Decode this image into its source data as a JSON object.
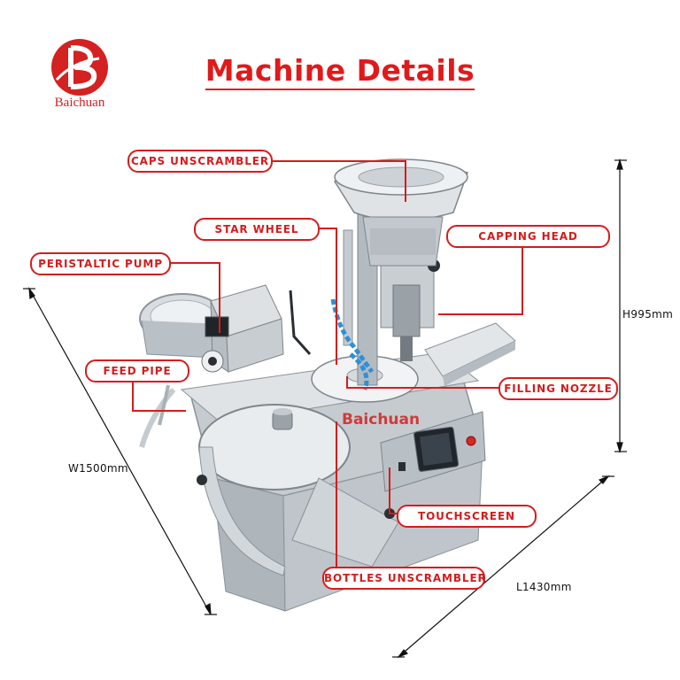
{
  "brand": {
    "name": "Baichuan",
    "color": "#d42121"
  },
  "title": "Machine Details",
  "watermark": "Baichuan",
  "callouts": {
    "caps_unscrambler": "CAPS UNSCRAMBLER",
    "star_wheel": "STAR WHEEL",
    "capping_head": "CAPPING HEAD",
    "peristaltic_pump": "PERISTALTIC PUMP",
    "feed_pipe": "FEED PIPE",
    "filling_nozzle": "FILLING NOZZLE",
    "touchscreen": "TOUCHSCREEN",
    "bottles_unscrambler": "BOTTLES UNSCRAMBLER"
  },
  "dimensions": {
    "height": "H995mm",
    "width": "W1500mm",
    "length": "L1430mm"
  },
  "colors": {
    "accent": "#d61c1c",
    "steel": "#c9ced3",
    "water_tube": "#2f8fd8"
  }
}
